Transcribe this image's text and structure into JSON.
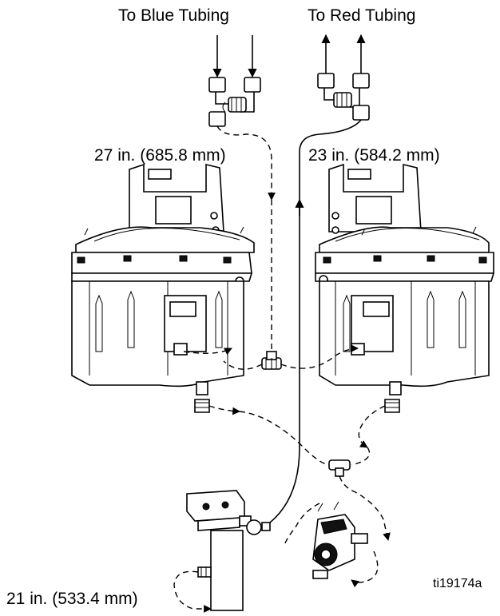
{
  "labels": {
    "to_blue": "To Blue Tubing",
    "to_red": "To Red Tubing",
    "len_27": "27 in. (685.8 mm)",
    "len_23": "23 in. (584.2 mm)",
    "len_21": "21 in. (533.4 mm)",
    "figure_id": "ti19174a"
  },
  "icons": [
    "arrow-icon",
    "tee-fitting-icon",
    "hopper-icon",
    "pump-icon",
    "valve-icon"
  ],
  "colors": {
    "ink": "#000000",
    "background": "#ffffff"
  }
}
